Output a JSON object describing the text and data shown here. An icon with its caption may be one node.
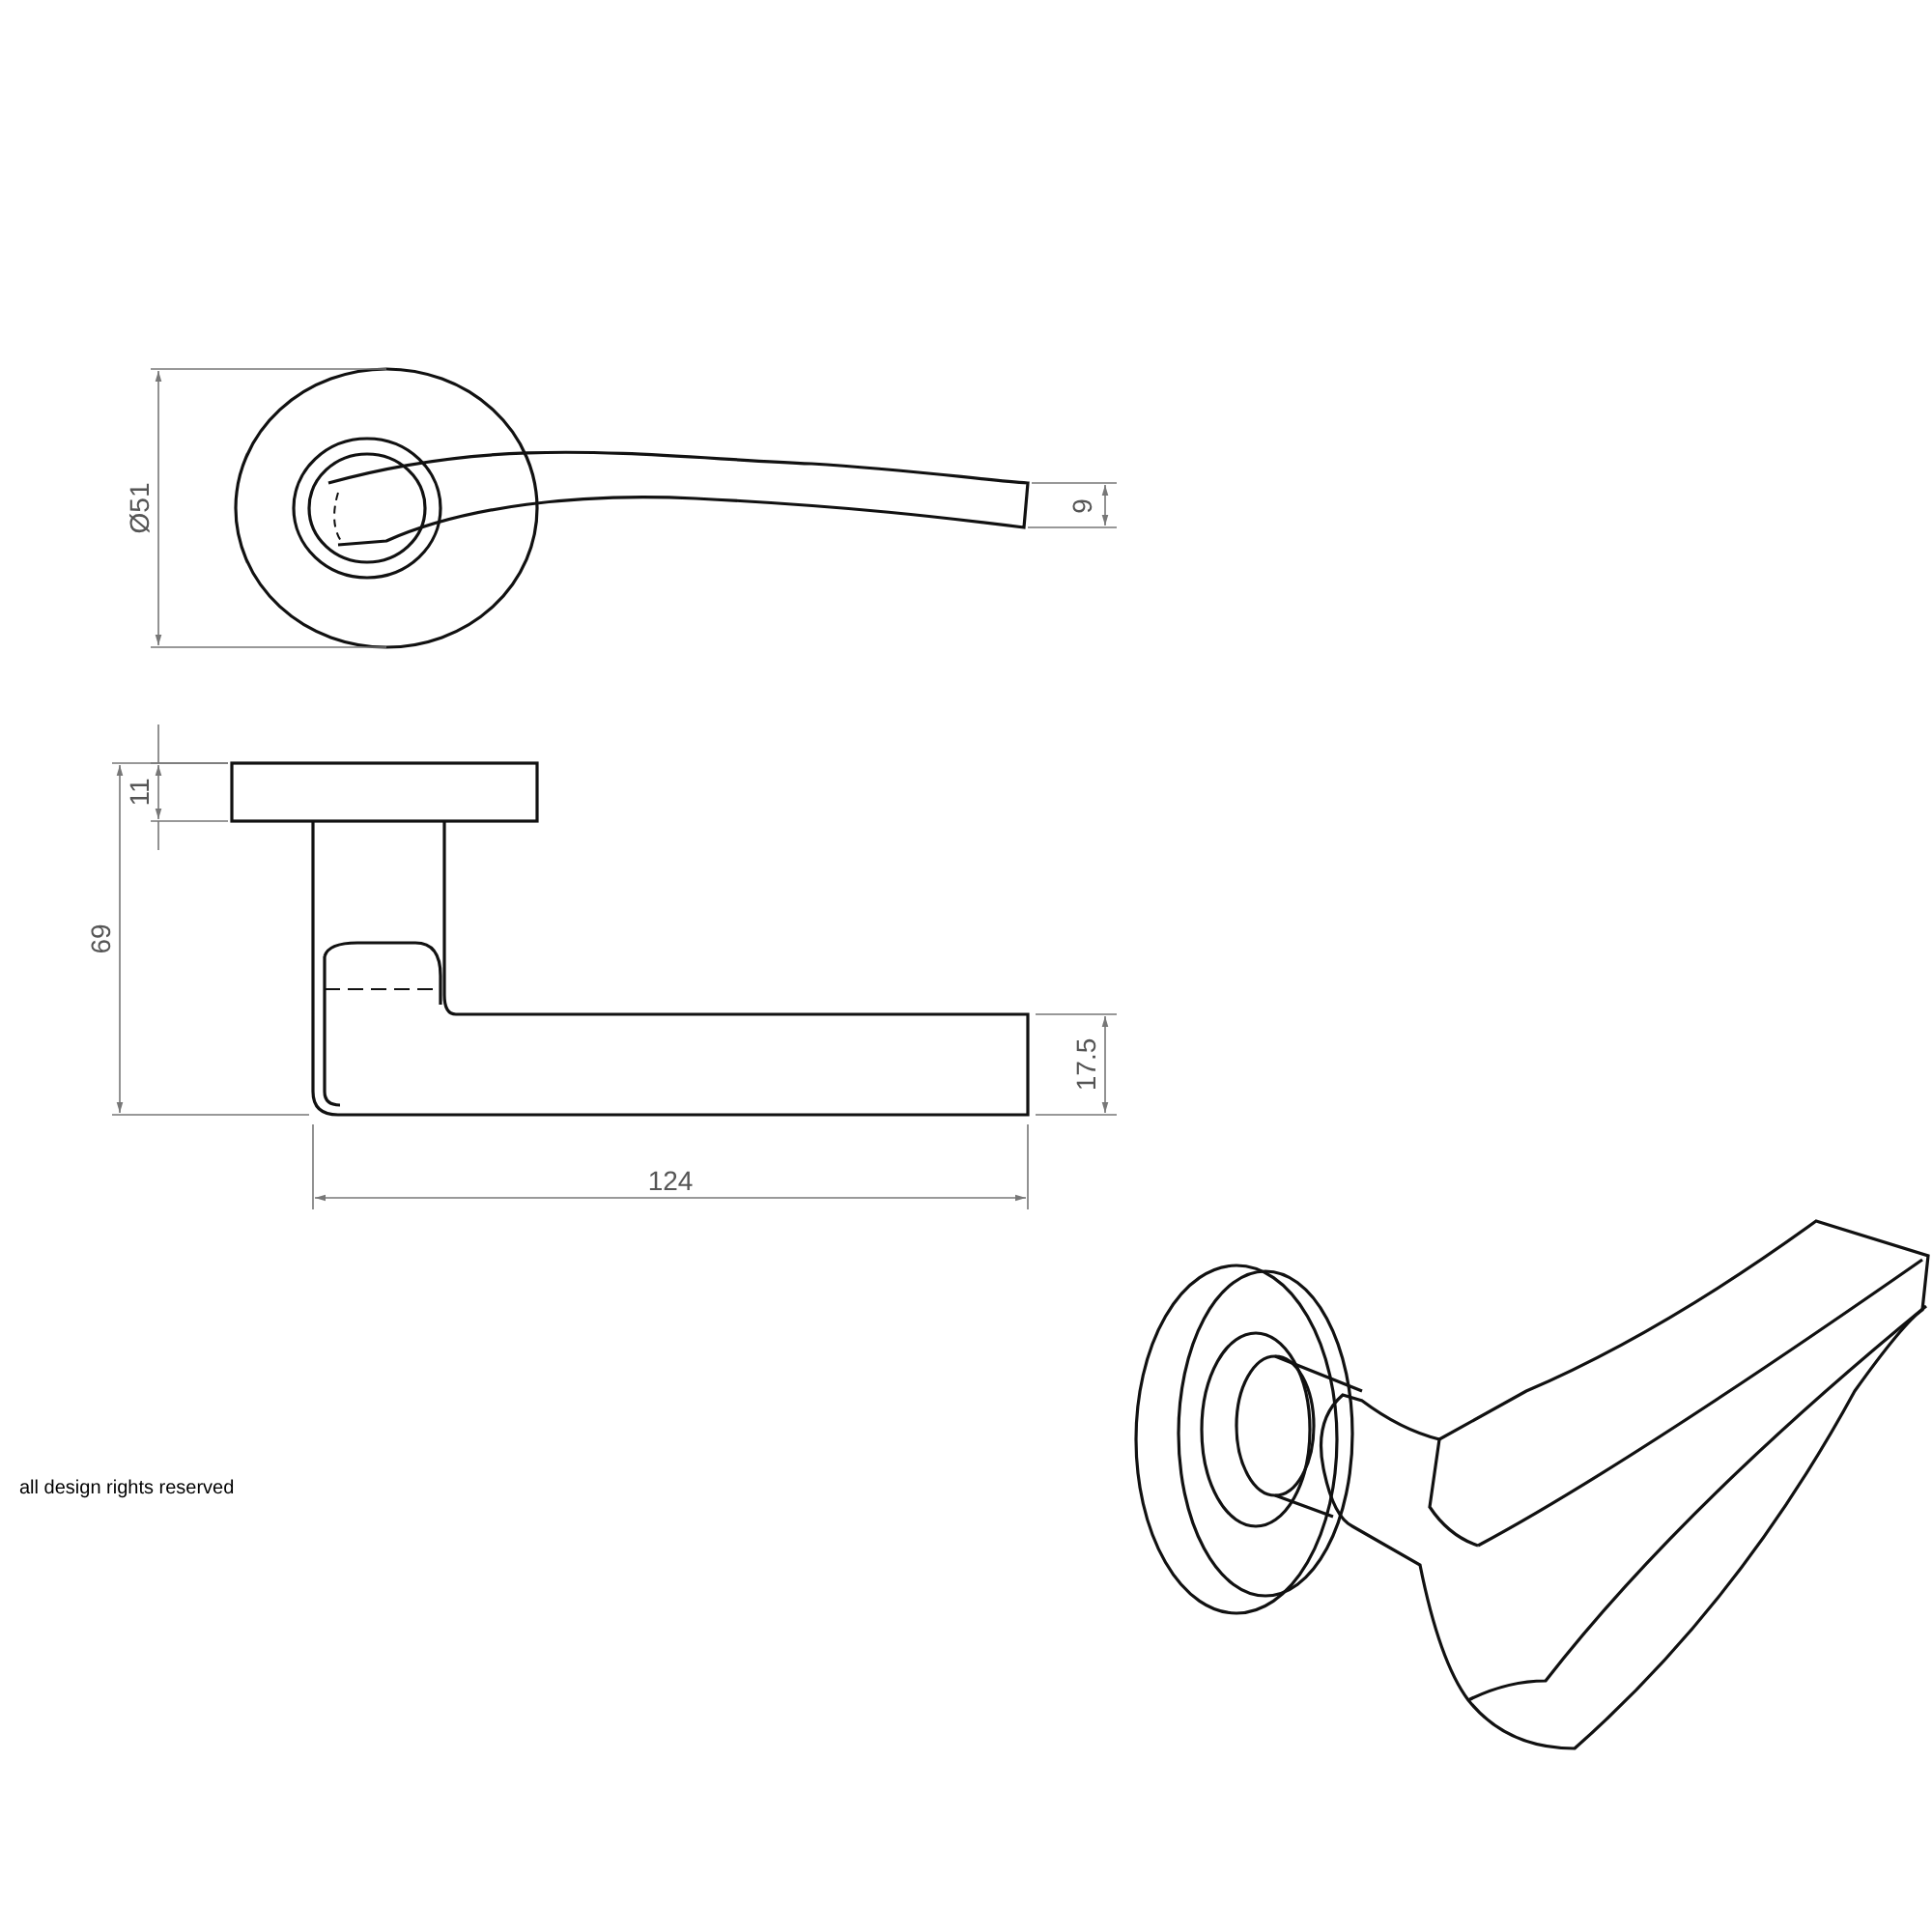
{
  "diagram": {
    "labels": [
      "Ø51",
      "9",
      "11",
      "69",
      "17.5",
      "124",
      "all design rights reserved"
    ]
  }
}
